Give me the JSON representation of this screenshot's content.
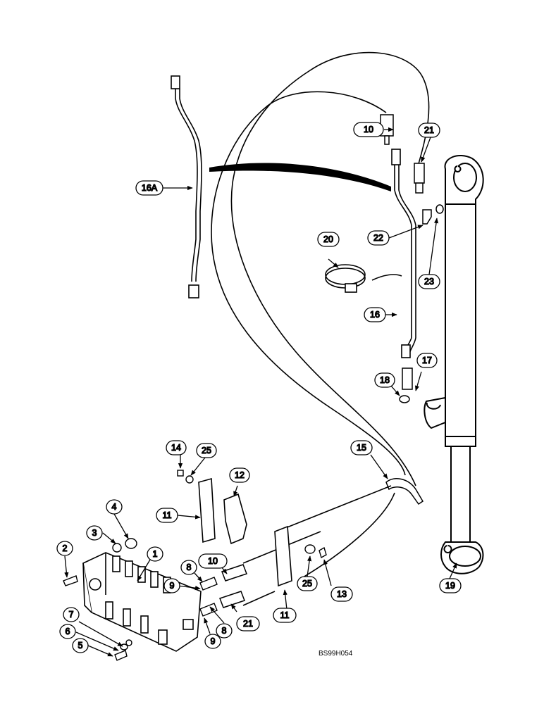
{
  "diagram": {
    "reference": "BS99H054",
    "callouts": [
      {
        "id": "c1",
        "label": "1"
      },
      {
        "id": "c2",
        "label": "2"
      },
      {
        "id": "c3",
        "label": "3"
      },
      {
        "id": "c4",
        "label": "4"
      },
      {
        "id": "c5",
        "label": "5"
      },
      {
        "id": "c6",
        "label": "6"
      },
      {
        "id": "c7",
        "label": "7"
      },
      {
        "id": "c8a",
        "label": "8"
      },
      {
        "id": "c8b",
        "label": "8"
      },
      {
        "id": "c9a",
        "label": "9"
      },
      {
        "id": "c9b",
        "label": "9"
      },
      {
        "id": "c10a",
        "label": "10"
      },
      {
        "id": "c10b",
        "label": "10"
      },
      {
        "id": "c11a",
        "label": "11"
      },
      {
        "id": "c11b",
        "label": "11"
      },
      {
        "id": "c12",
        "label": "12"
      },
      {
        "id": "c13",
        "label": "13"
      },
      {
        "id": "c14",
        "label": "14"
      },
      {
        "id": "c15",
        "label": "15"
      },
      {
        "id": "c16",
        "label": "16"
      },
      {
        "id": "c16A",
        "label": "16A"
      },
      {
        "id": "c17",
        "label": "17"
      },
      {
        "id": "c18",
        "label": "18"
      },
      {
        "id": "c19",
        "label": "19"
      },
      {
        "id": "c20",
        "label": "20"
      },
      {
        "id": "c21a",
        "label": "21"
      },
      {
        "id": "c21b",
        "label": "21"
      },
      {
        "id": "c22",
        "label": "22"
      },
      {
        "id": "c23",
        "label": "23"
      },
      {
        "id": "c25a",
        "label": "25"
      },
      {
        "id": "c25b",
        "label": "25"
      }
    ]
  }
}
